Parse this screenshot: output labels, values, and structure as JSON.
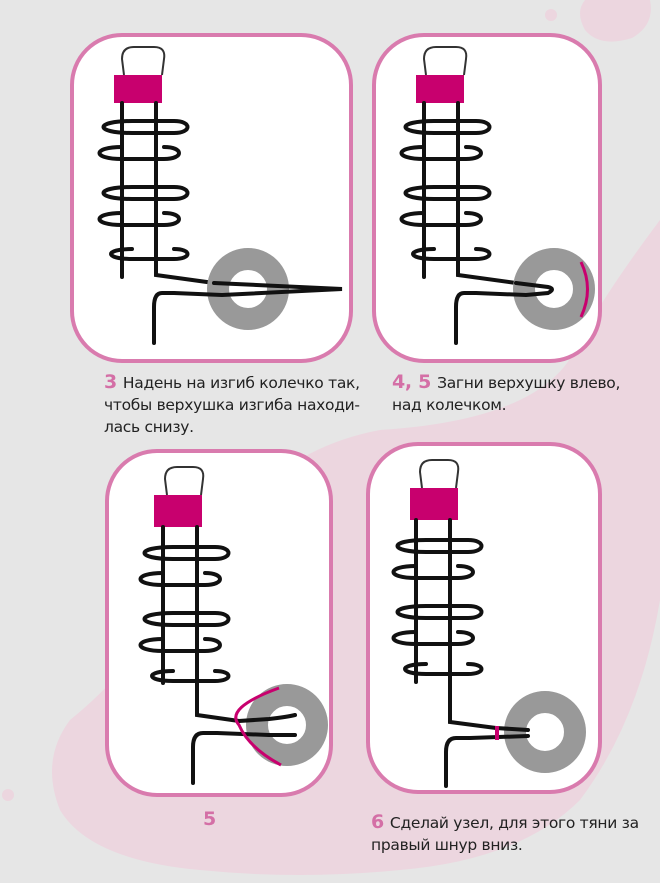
{
  "colors": {
    "background": "#e6e6e6",
    "blob": "#ecd6df",
    "panel_border": "#d97bae",
    "clip": "#c8006e",
    "accent_line": "#c8006e",
    "ring": "#999999",
    "cord": "#111111",
    "step_number": "#d46fa6"
  },
  "icons": [
    "binder-clip-icon",
    "macrame-knot-icon",
    "ring-icon"
  ],
  "steps": [
    {
      "number": "3",
      "lines": [
        "Надень на изгиб колечко так,",
        "чтобы верхушка изгиба находи-",
        "лась снизу."
      ]
    },
    {
      "number": "4, 5",
      "lines": [
        "Загни верхушку влево,",
        "над колечком."
      ]
    },
    {
      "number": "5",
      "lines": []
    },
    {
      "number": "6",
      "lines": [
        "Сделай узел, для этого тяни за",
        "правый шнур вниз."
      ]
    }
  ]
}
